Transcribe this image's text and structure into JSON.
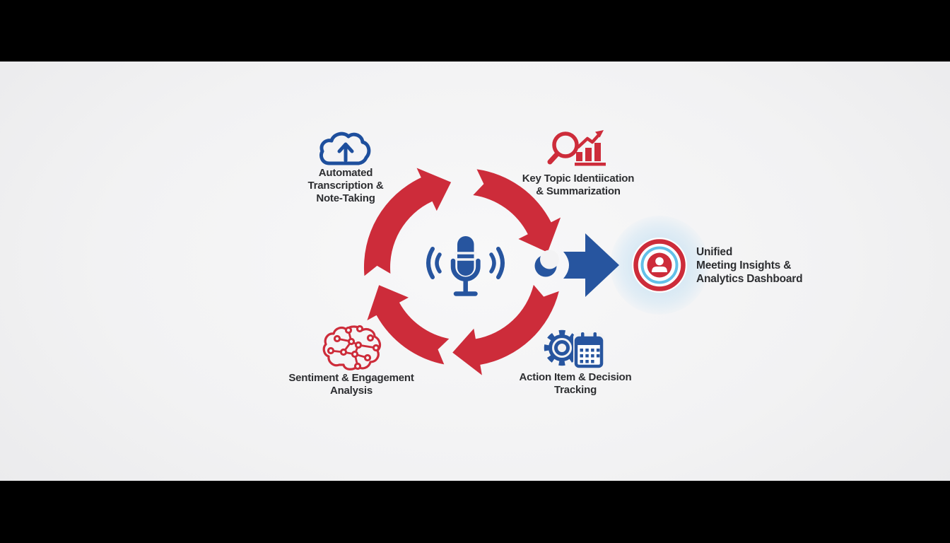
{
  "colors": {
    "red": "#cd2c3a",
    "blue": "#27559f",
    "light_blue": "#63c0e8",
    "text": "#2d2e31",
    "background": "#f2f2f3",
    "letterbox": "#000000"
  },
  "diagram": {
    "center": {
      "icon": "microphone-sound-waves"
    },
    "cycle_steps": [
      {
        "position": "top-left",
        "icon": "cloud-upload",
        "lines": [
          "Automated",
          "Transcription &",
          "Note-Taking"
        ]
      },
      {
        "position": "top-right",
        "icon": "magnifier-bar-chart",
        "lines": [
          "Key Topic Identiication",
          "& Summarization"
        ]
      },
      {
        "position": "bottom-left",
        "icon": "brain-network",
        "lines": [
          "Sentiment & Engagement",
          "Analysis"
        ]
      },
      {
        "position": "bottom-right",
        "icon": "gear-calendar",
        "lines": [
          "Action Item & Decision",
          "Tracking"
        ]
      }
    ],
    "output": {
      "icon": "user-target-badge",
      "lines": [
        "Unified",
        "Meeting Insights &",
        "Analytics Dashboard"
      ]
    }
  }
}
